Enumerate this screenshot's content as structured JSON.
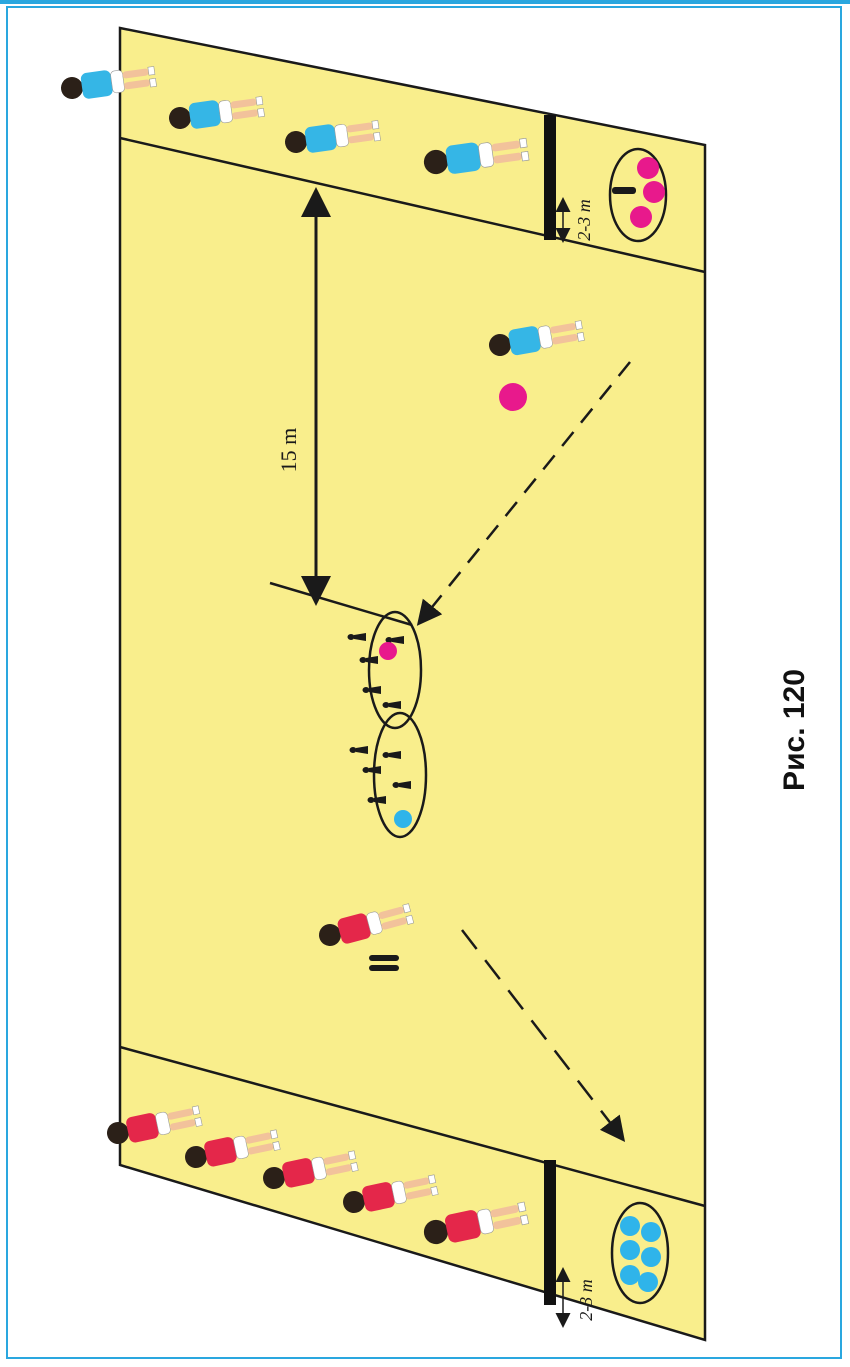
{
  "figure": {
    "caption": "Рис.  120",
    "distance_label": "15 m",
    "zone_label_top": "2-3 m",
    "zone_label_bottom": "2-3 m"
  },
  "colors": {
    "frame": "#2aa7df",
    "court": "#f9ee8c",
    "team_blue": "#35b6e6",
    "team_red": "#e4274a",
    "ball_pink": "#e8198c",
    "ball_blue": "#2fb4ea",
    "line": "#1a1a1a"
  },
  "icons": [
    "player-blue-icon",
    "player-red-icon",
    "ball-icon",
    "bowling-pin-icon"
  ]
}
